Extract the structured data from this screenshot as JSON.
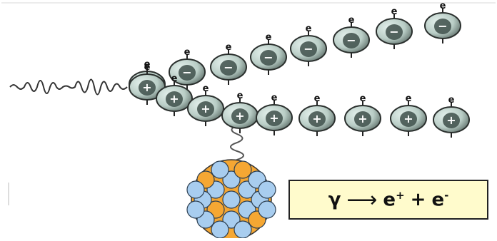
{
  "equation": {
    "gamma": "γ",
    "arrow": "⟶",
    "positron": "e",
    "positron_charge": "+",
    "plus": "+",
    "electron": "e",
    "electron_charge": "-"
  },
  "particles": {
    "electron_label": "e",
    "electron_sign": "−",
    "positron_label": "e",
    "positron_sign": "+"
  },
  "colors": {
    "particle_body": "#b9cdc6",
    "particle_dark": "#3e4f4a",
    "nucleus_blue": "#a8cdef",
    "nucleus_orange": "#f5a733",
    "box_fill": "#fffbcc"
  }
}
